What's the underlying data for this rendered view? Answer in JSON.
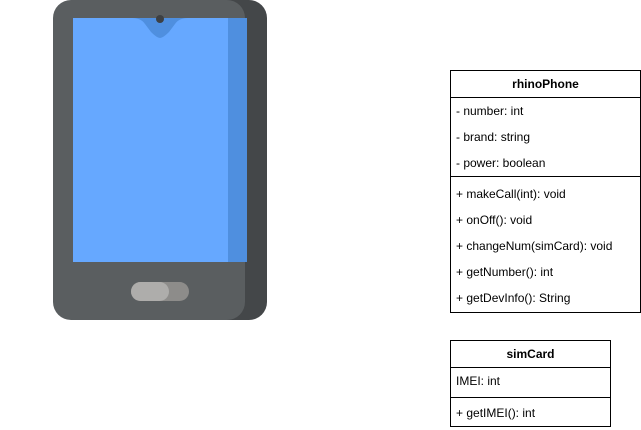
{
  "phone_image": {
    "colors": {
      "body": "#5a5e60",
      "body_shadow": "#444749",
      "screen": "#66a8ff",
      "screen_shade": "#4f8fdf",
      "camera": "#3d4043",
      "home_button": "#aeadab",
      "home_button_shade": "#8d8c8a"
    }
  },
  "classes": [
    {
      "id": "rhino",
      "name": "rhinoPhone",
      "attributes": [
        "- number: int",
        "- brand: string",
        "- power: boolean"
      ],
      "operations": [
        "+ makeCall(int): void",
        "+ onOff(): void",
        "+ changeNum(simCard): void",
        "+ getNumber(): int",
        "+ getDevInfo(): String"
      ]
    },
    {
      "id": "sim",
      "name": "simCard",
      "attributes": [
        "IMEI: int"
      ],
      "operations": [
        "+ getIMEI(): int"
      ]
    }
  ]
}
